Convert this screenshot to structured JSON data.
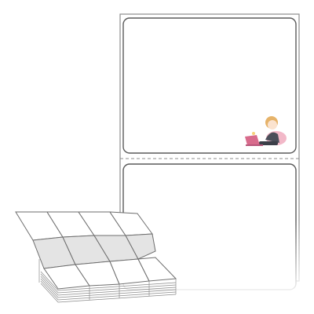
{
  "illustration": {
    "label_roll": {
      "labels_visible": 2,
      "perforation": "dashed"
    },
    "fanfold_stack": {
      "top_flap_columns": 4,
      "layers": 2
    },
    "icons": {
      "decoration": "person-at-laptop-icon"
    },
    "colors": {
      "outline": "#5a5a5a",
      "border": "#8c8c8c",
      "shade": "#e4e4e4",
      "background": "#ffffff"
    }
  }
}
